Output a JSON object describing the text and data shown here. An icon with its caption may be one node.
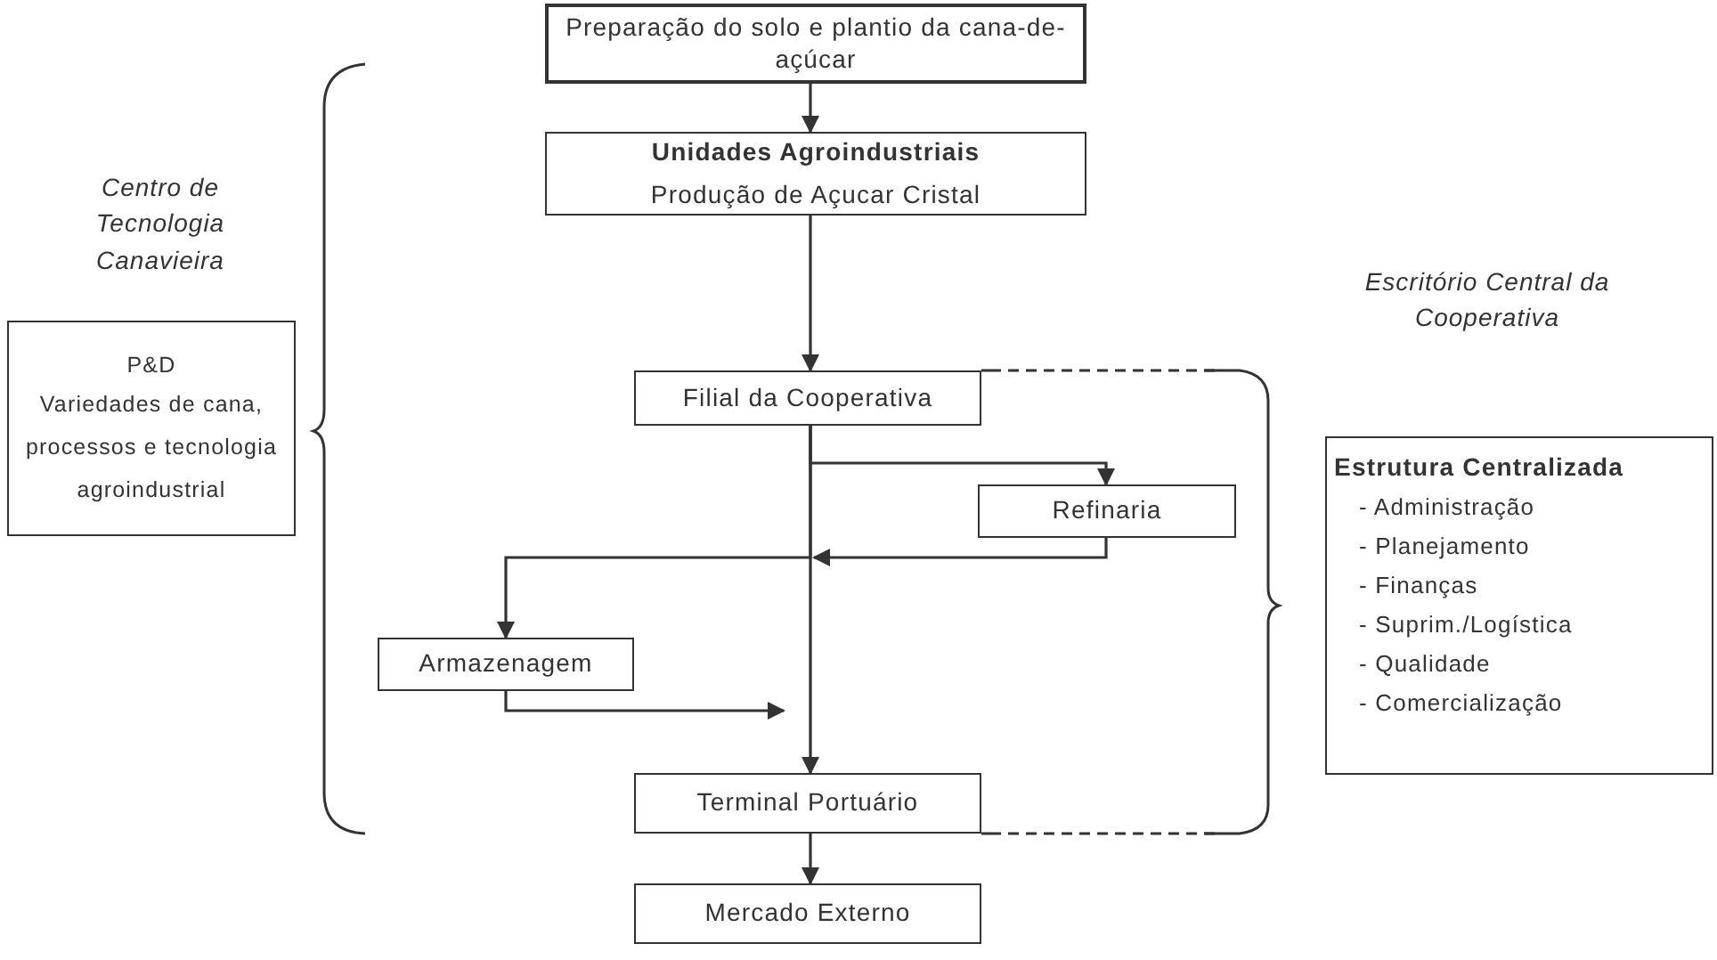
{
  "diagram": {
    "nodes": [
      {
        "text": [
          "Preparação do solo e plantio da cana-de-açúcar"
        ]
      },
      {
        "text": [
          "Unidades Agroindustriais",
          "Produção de Açucar Cristal"
        ]
      },
      {
        "text": [
          "Filial da Cooperativa"
        ]
      },
      {
        "text": [
          "Refinaria"
        ]
      },
      {
        "text": [
          "Armazenagem"
        ]
      },
      {
        "text": [
          "Terminal Portuário"
        ]
      },
      {
        "text": [
          "Mercado Externo"
        ]
      },
      {
        "text": [
          "P&D",
          "Variedades de cana, processos e tecnologia agroindustrial"
        ]
      },
      {
        "text": [
          "Estrutura Centralizada",
          "- Administração",
          "- Planejamento",
          "- Finanças",
          "- Suprim./Logística",
          "- Qualidade",
          "- Comercialização"
        ]
      }
    ],
    "edges": [
      {
        "from": 0,
        "to": 1,
        "arrow": "to"
      },
      {
        "from": 1,
        "to": 2,
        "arrow": "to"
      },
      {
        "from": 2,
        "to": 3,
        "arrow": "to"
      },
      {
        "from": 3,
        "to": null,
        "arrow": "to"
      },
      {
        "from": 2,
        "to": 4,
        "arrow": "to"
      },
      {
        "from": 4,
        "to": null,
        "arrow": "to"
      },
      {
        "from": 2,
        "to": 5,
        "arrow": "to"
      },
      {
        "from": 5,
        "to": 6,
        "arrow": "to"
      }
    ],
    "labels": [
      "Centro de Tecnologia Canavieira",
      "Escritório Central da Cooperativa"
    ]
  }
}
